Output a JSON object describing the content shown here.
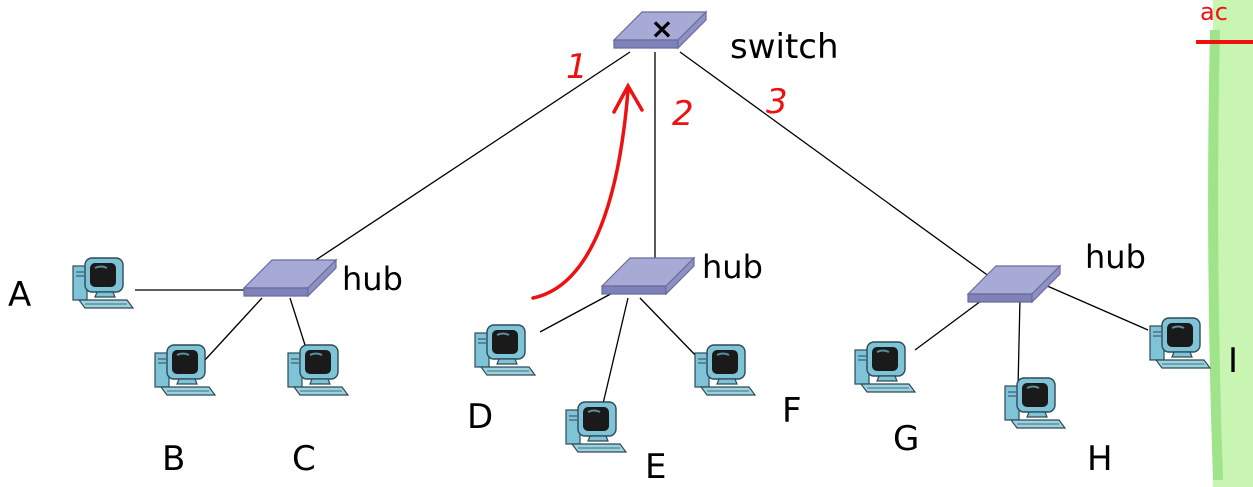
{
  "switch": {
    "label": "switch",
    "mark": "×"
  },
  "hubs": [
    {
      "label": "hub"
    },
    {
      "label": "hub"
    },
    {
      "label": "hub"
    }
  ],
  "hosts": [
    "A",
    "B",
    "C",
    "D",
    "E",
    "F",
    "G",
    "H",
    "I"
  ],
  "ports": [
    "1",
    "2",
    "3"
  ],
  "annotation": {
    "text": "ac",
    "color": "#ee1111"
  },
  "colors": {
    "device_fill": "#a8aad6",
    "device_edge": "#6a6c9c",
    "handwriting": "#ee1111",
    "panel": "#c9f5b3",
    "monitor_screen": "#1a1a1a",
    "monitor_body": "#7ec3d6"
  }
}
